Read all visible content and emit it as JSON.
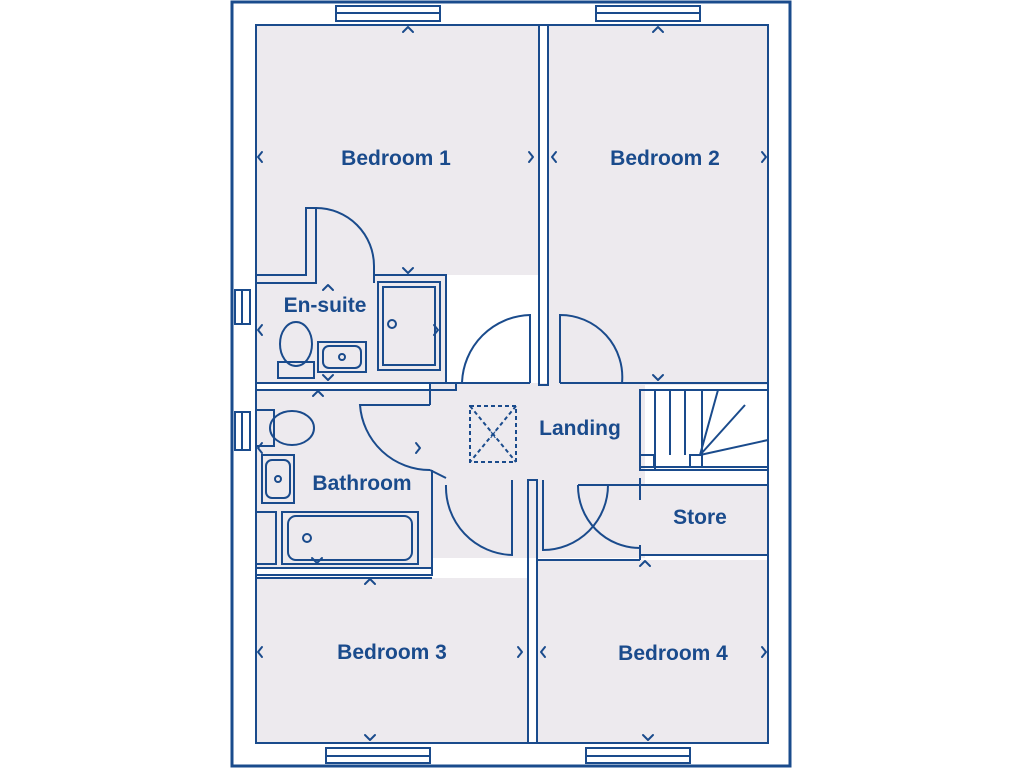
{
  "colors": {
    "wall": "#1a4b8c",
    "floor": "#edeaee",
    "background": "#ffffff"
  },
  "rooms": {
    "bedroom1": "Bedroom 1",
    "bedroom2": "Bedroom 2",
    "ensuite": "En-suite",
    "landing": "Landing",
    "bathroom": "Bathroom",
    "store": "Store",
    "bedroom3": "Bedroom 3",
    "bedroom4": "Bedroom 4"
  },
  "loft_hatch_mark": "x"
}
